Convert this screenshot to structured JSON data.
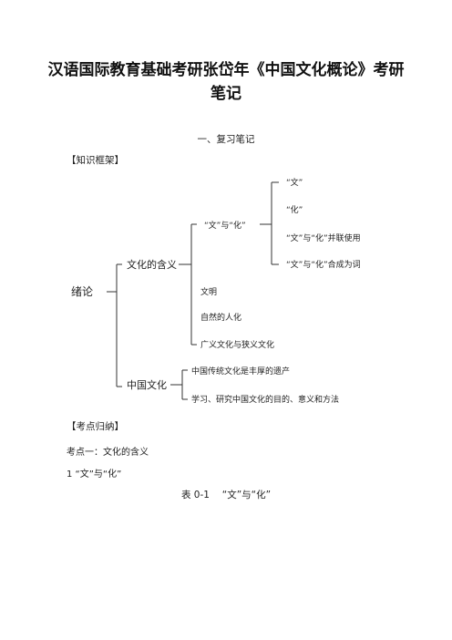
{
  "doc": {
    "title_line1": "汉语国际教育基础考研张岱年《中国文化概论》考研",
    "title_line2": "笔记",
    "section": "一、复习笔记",
    "framework_label": "【知识框架】",
    "summary_label": "【考点归纳】",
    "point1": "考点一：文化的含义",
    "item1": "1 “文”与“化”",
    "table_caption": "表 0-1　 “文”与“化”"
  },
  "diagram": {
    "root": "绪论",
    "branch1": "文化的含义",
    "branch1_children": {
      "wenhua": "“文”与“化”",
      "wenming": "文明",
      "ziran": "自然的人化",
      "guangxia": "广义文化与狭义文化"
    },
    "wenhua_children": [
      "“文”",
      "“化”",
      "“文”与“化”并联使用",
      "“文”与“化”合成为词"
    ],
    "branch2": "中国文化",
    "branch2_children": [
      "中国传统文化是丰厚的遗产",
      "学习、研究中国文化的目的、意义和方法"
    ]
  }
}
